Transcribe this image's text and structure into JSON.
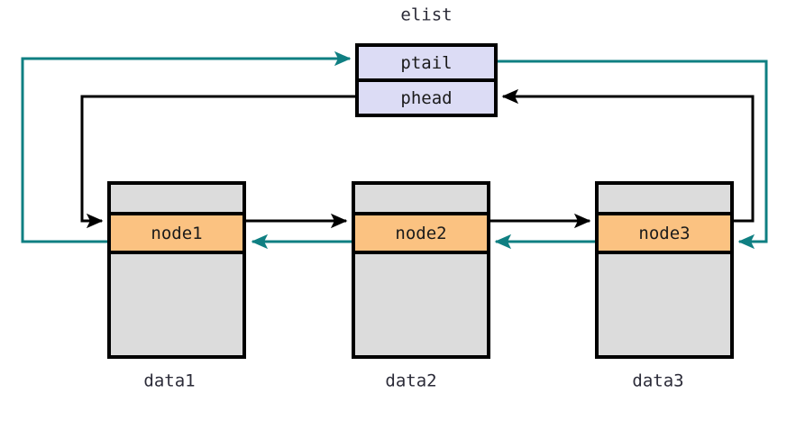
{
  "diagram": {
    "title": "elist",
    "kind": "doubly-linked-list-diagram",
    "colors": {
      "header_fill": "#dcdcf5",
      "node_fill": "#fbc281",
      "data_fill": "#dcdcdc",
      "stroke": "#000000",
      "next_arrow": "#000000",
      "prev_arrow": "#0f7f82",
      "background": "#ffffff",
      "label_text": "#2b2b38"
    },
    "head_struct": {
      "name": "elist",
      "fields": [
        {
          "id": "ptail",
          "label": "ptail"
        },
        {
          "id": "phead",
          "label": "phead"
        }
      ]
    },
    "nodes": [
      {
        "id": "node1",
        "label": "node1",
        "caption": "data1"
      },
      {
        "id": "node2",
        "label": "node2",
        "caption": "data2"
      },
      {
        "id": "node3",
        "label": "node3",
        "caption": "data3"
      }
    ],
    "edges": [
      {
        "id": "phead-to-node1",
        "from": "phead",
        "to": "node1",
        "kind": "next",
        "color": "#000000"
      },
      {
        "id": "node1-to-node2",
        "from": "node1",
        "to": "node2",
        "kind": "next",
        "color": "#000000"
      },
      {
        "id": "node2-to-node3",
        "from": "node2",
        "to": "node3",
        "kind": "next",
        "color": "#000000"
      },
      {
        "id": "node3-to-phead",
        "from": "node3",
        "to": "phead",
        "kind": "next",
        "color": "#000000"
      },
      {
        "id": "ptail-to-node3",
        "from": "ptail",
        "to": "node3",
        "kind": "prev",
        "color": "#0f7f82"
      },
      {
        "id": "node3-to-node2",
        "from": "node3",
        "to": "node2",
        "kind": "prev",
        "color": "#0f7f82"
      },
      {
        "id": "node2-to-node1",
        "from": "node2",
        "to": "node1",
        "kind": "prev",
        "color": "#0f7f82"
      },
      {
        "id": "node1-to-ptail",
        "from": "node1",
        "to": "ptail",
        "kind": "prev",
        "color": "#0f7f82"
      }
    ]
  }
}
